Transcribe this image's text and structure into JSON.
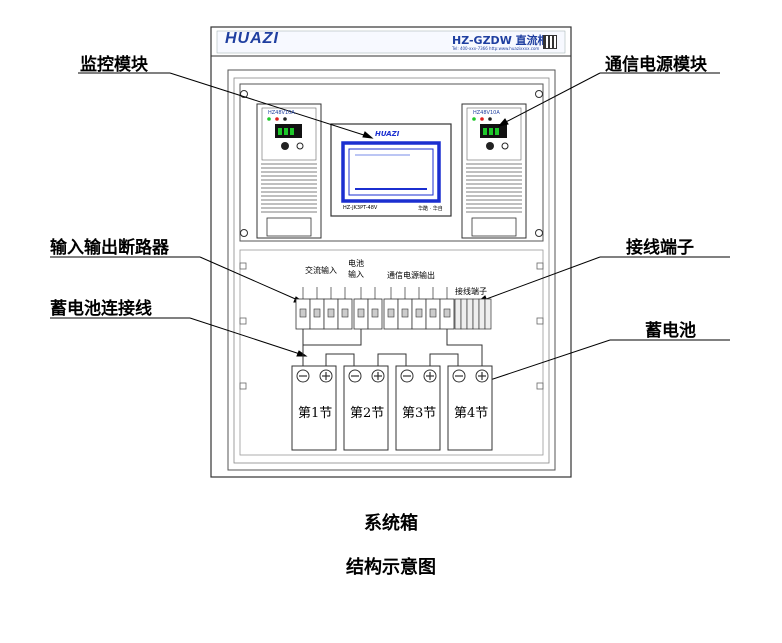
{
  "cabinet": {
    "brand": "HUAZI",
    "model": "HZ-GZDW 直流柜",
    "contact": "Tel: 400-xxx-7366 http:www.huazixxxx.com"
  },
  "callouts": {
    "monitor": "监控模块",
    "comm_power": "通信电源模块",
    "breaker": "输入输出断路器",
    "terminal": "接线端子",
    "battery_link": "蓄电池连接线",
    "battery": "蓄电池"
  },
  "monitor_screen": {
    "brand": "HUAZI",
    "model_text": "HZ-JK3PT-48V",
    "right_text": "华酷 · 华自"
  },
  "module": {
    "model": "HZ48V10A",
    "display": "888"
  },
  "breaker_panel": {
    "ac_input": "交流输入",
    "battery_input_line1": "电池",
    "battery_input_line2": "输入",
    "comm_output": "通信电源输出",
    "terminal_label": "接线端子"
  },
  "batteries": [
    {
      "label": "第1节"
    },
    {
      "label": "第2节"
    },
    {
      "label": "第3节"
    },
    {
      "label": "第4节"
    }
  ],
  "captions": {
    "line1": "系统箱",
    "line2": "结构示意图"
  },
  "colors": {
    "brand_blue": "#1f3fa0",
    "screen_blue": "#1b2fd0",
    "lcd_green": "#1ec82a",
    "line": "#000000"
  }
}
